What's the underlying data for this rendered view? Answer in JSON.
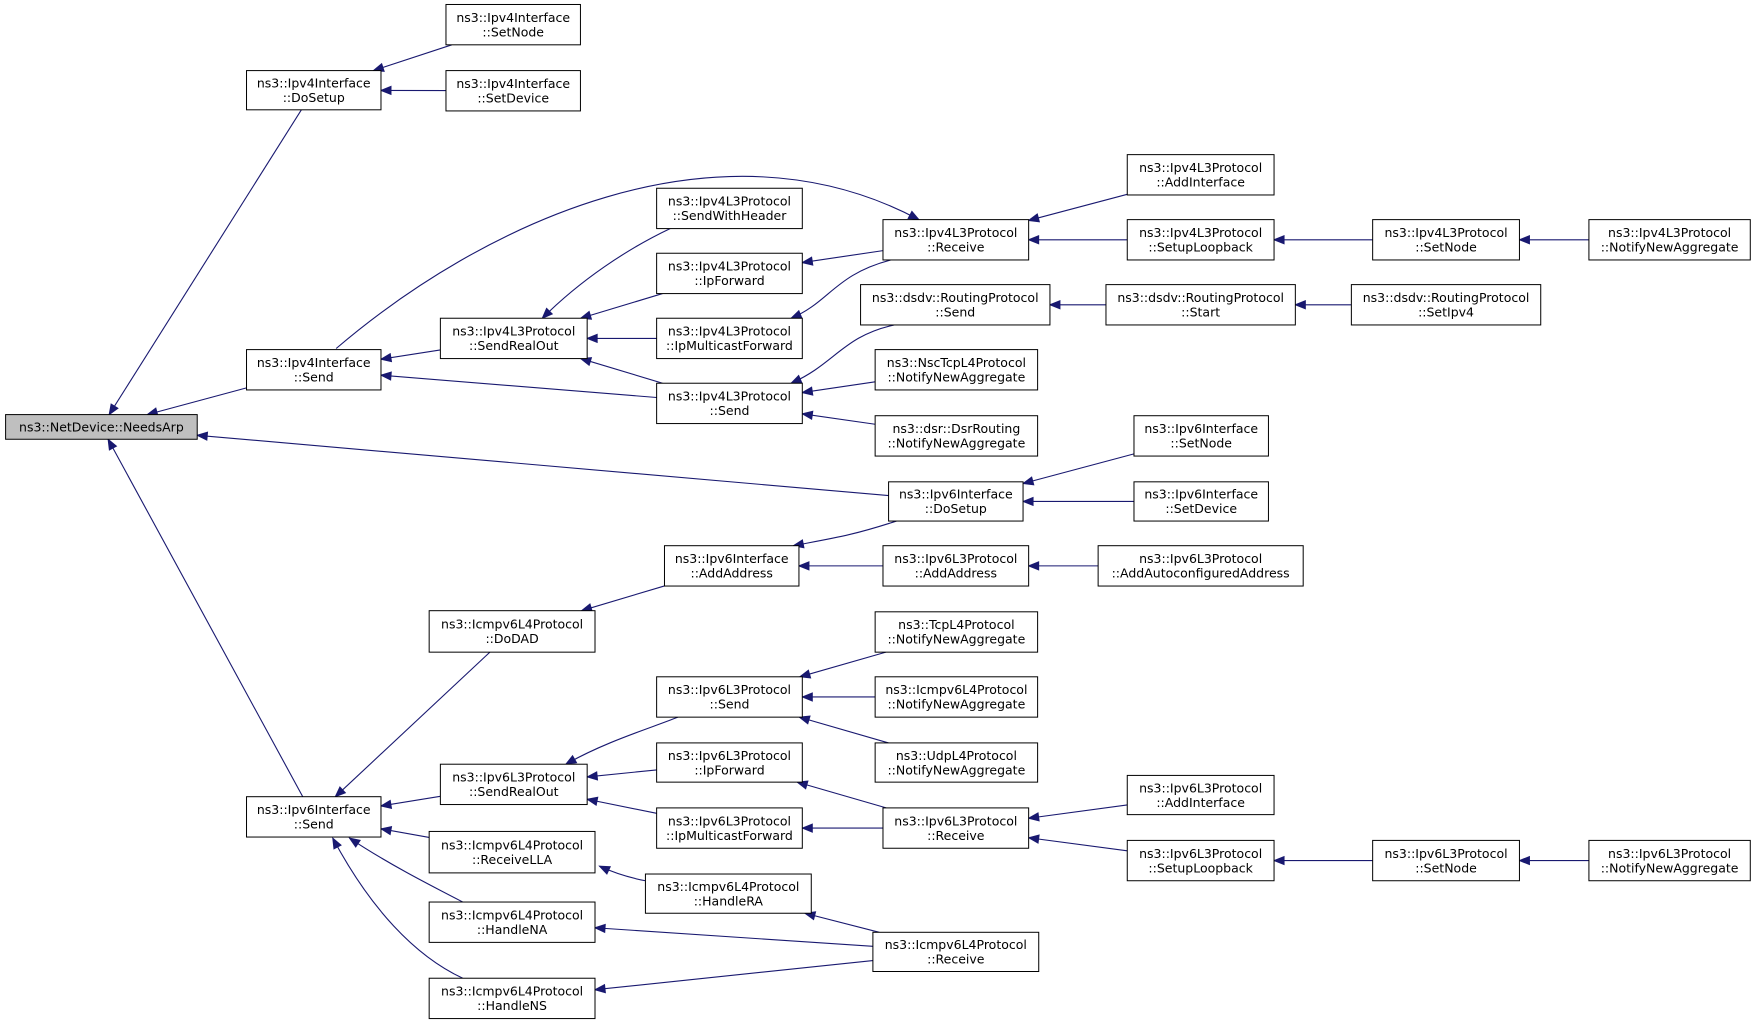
{
  "nodes": [
    {
      "id": "root",
      "lines": [
        "ns3::NetDevice::NeedsArp"
      ],
      "root": true
    },
    {
      "id": "v4if_dosetup",
      "lines": [
        "ns3::Ipv4Interface",
        "::DoSetup"
      ]
    },
    {
      "id": "v4if_setnode",
      "lines": [
        "ns3::Ipv4Interface",
        "::SetNode"
      ]
    },
    {
      "id": "v4if_setdevice",
      "lines": [
        "ns3::Ipv4Interface",
        "::SetDevice"
      ]
    },
    {
      "id": "v4if_send",
      "lines": [
        "ns3::Ipv4Interface",
        "::Send"
      ]
    },
    {
      "id": "v4l3_sendrealout",
      "lines": [
        "ns3::Ipv4L3Protocol",
        "::SendRealOut"
      ]
    },
    {
      "id": "v4l3_sendwithheader",
      "lines": [
        "ns3::Ipv4L3Protocol",
        "::SendWithHeader"
      ]
    },
    {
      "id": "v4l3_ipforward",
      "lines": [
        "ns3::Ipv4L3Protocol",
        "::IpForward"
      ]
    },
    {
      "id": "v4l3_ipmcforward",
      "lines": [
        "ns3::Ipv4L3Protocol",
        "::IpMulticastForward"
      ]
    },
    {
      "id": "v4l3_send",
      "lines": [
        "ns3::Ipv4L3Protocol",
        "::Send"
      ]
    },
    {
      "id": "v4l3_receive",
      "lines": [
        "ns3::Ipv4L3Protocol",
        "::Receive"
      ]
    },
    {
      "id": "v4l3_addinterface",
      "lines": [
        "ns3::Ipv4L3Protocol",
        "::AddInterface"
      ]
    },
    {
      "id": "v4l3_setuploopback",
      "lines": [
        "ns3::Ipv4L3Protocol",
        "::SetupLoopback"
      ]
    },
    {
      "id": "v4l3_setnode",
      "lines": [
        "ns3::Ipv4L3Protocol",
        "::SetNode"
      ]
    },
    {
      "id": "v4l3_notifynewagg",
      "lines": [
        "ns3::Ipv4L3Protocol",
        "::NotifyNewAggregate"
      ]
    },
    {
      "id": "dsdv_send",
      "lines": [
        "ns3::dsdv::RoutingProtocol",
        "::Send"
      ]
    },
    {
      "id": "dsdv_start",
      "lines": [
        "ns3::dsdv::RoutingProtocol",
        "::Start"
      ]
    },
    {
      "id": "dsdv_setipv4",
      "lines": [
        "ns3::dsdv::RoutingProtocol",
        "::SetIpv4"
      ]
    },
    {
      "id": "nsctcp_notify",
      "lines": [
        "ns3::NscTcpL4Protocol",
        "::NotifyNewAggregate"
      ]
    },
    {
      "id": "dsr_notify",
      "lines": [
        "ns3::dsr::DsrRouting",
        "::NotifyNewAggregate"
      ]
    },
    {
      "id": "v6if_dosetup",
      "lines": [
        "ns3::Ipv6Interface",
        "::DoSetup"
      ]
    },
    {
      "id": "v6if_setnode",
      "lines": [
        "ns3::Ipv6Interface",
        "::SetNode"
      ]
    },
    {
      "id": "v6if_setdevice",
      "lines": [
        "ns3::Ipv6Interface",
        "::SetDevice"
      ]
    },
    {
      "id": "v6if_addaddress",
      "lines": [
        "ns3::Ipv6Interface",
        "::AddAddress"
      ]
    },
    {
      "id": "v6l3_addaddress",
      "lines": [
        "ns3::Ipv6L3Protocol",
        "::AddAddress"
      ]
    },
    {
      "id": "v6l3_addautoconf",
      "lines": [
        "ns3::Ipv6L3Protocol",
        "::AddAutoconfiguredAddress"
      ]
    },
    {
      "id": "icmp6_dodad",
      "lines": [
        "ns3::Icmpv6L4Protocol",
        "::DoDAD"
      ]
    },
    {
      "id": "v6if_send",
      "lines": [
        "ns3::Ipv6Interface",
        "::Send"
      ]
    },
    {
      "id": "v6l3_sendrealout",
      "lines": [
        "ns3::Ipv6L3Protocol",
        "::SendRealOut"
      ]
    },
    {
      "id": "v6l3_send",
      "lines": [
        "ns3::Ipv6L3Protocol",
        "::Send"
      ]
    },
    {
      "id": "tcp_notify",
      "lines": [
        "ns3::TcpL4Protocol",
        "::NotifyNewAggregate"
      ]
    },
    {
      "id": "icmp6_notify",
      "lines": [
        "ns3::Icmpv6L4Protocol",
        "::NotifyNewAggregate"
      ]
    },
    {
      "id": "udp_notify",
      "lines": [
        "ns3::UdpL4Protocol",
        "::NotifyNewAggregate"
      ]
    },
    {
      "id": "v6l3_ipforward",
      "lines": [
        "ns3::Ipv6L3Protocol",
        "::IpForward"
      ]
    },
    {
      "id": "v6l3_ipmcforward",
      "lines": [
        "ns3::Ipv6L3Protocol",
        "::IpMulticastForward"
      ]
    },
    {
      "id": "v6l3_receive",
      "lines": [
        "ns3::Ipv6L3Protocol",
        "::Receive"
      ]
    },
    {
      "id": "v6l3_addinterface",
      "lines": [
        "ns3::Ipv6L3Protocol",
        "::AddInterface"
      ]
    },
    {
      "id": "v6l3_setuploopback",
      "lines": [
        "ns3::Ipv6L3Protocol",
        "::SetupLoopback"
      ]
    },
    {
      "id": "v6l3_setnode",
      "lines": [
        "ns3::Ipv6L3Protocol",
        "::SetNode"
      ]
    },
    {
      "id": "v6l3_notifynewagg",
      "lines": [
        "ns3::Ipv6L3Protocol",
        "::NotifyNewAggregate"
      ]
    },
    {
      "id": "icmp6_receivella",
      "lines": [
        "ns3::Icmpv6L4Protocol",
        "::ReceiveLLA"
      ]
    },
    {
      "id": "icmp6_handlera",
      "lines": [
        "ns3::Icmpv6L4Protocol",
        "::HandleRA"
      ]
    },
    {
      "id": "icmp6_handlena",
      "lines": [
        "ns3::Icmpv6L4Protocol",
        "::HandleNA"
      ]
    },
    {
      "id": "icmp6_handlens",
      "lines": [
        "ns3::Icmpv6L4Protocol",
        "::HandleNS"
      ]
    },
    {
      "id": "icmp6_receive",
      "lines": [
        "ns3::Icmpv6L4Protocol",
        "::Receive"
      ]
    }
  ],
  "edges": [
    {
      "from": "v4if_dosetup",
      "to": "root"
    },
    {
      "from": "v4if_setnode",
      "to": "v4if_dosetup"
    },
    {
      "from": "v4if_setdevice",
      "to": "v4if_dosetup"
    },
    {
      "from": "v4if_send",
      "to": "root"
    },
    {
      "from": "v4l3_sendrealout",
      "to": "v4if_send"
    },
    {
      "from": "v4l3_send",
      "to": "v4if_send"
    },
    {
      "from": "v4if_send",
      "to": "v4l3_receive"
    },
    {
      "from": "v4l3_sendwithheader",
      "to": "v4l3_sendrealout"
    },
    {
      "from": "v4l3_ipforward",
      "to": "v4l3_sendrealout"
    },
    {
      "from": "v4l3_ipmcforward",
      "to": "v4l3_sendrealout"
    },
    {
      "from": "v4l3_send",
      "to": "v4l3_sendrealout"
    },
    {
      "from": "v4l3_receive",
      "to": "v4l3_ipforward"
    },
    {
      "from": "v4l3_receive",
      "to": "v4l3_ipmcforward"
    },
    {
      "from": "v4l3_addinterface",
      "to": "v4l3_receive"
    },
    {
      "from": "v4l3_setuploopback",
      "to": "v4l3_receive"
    },
    {
      "from": "v4l3_setnode",
      "to": "v4l3_setuploopback"
    },
    {
      "from": "v4l3_notifynewagg",
      "to": "v4l3_setnode"
    },
    {
      "from": "dsdv_send",
      "to": "v4l3_send"
    },
    {
      "from": "nsctcp_notify",
      "to": "v4l3_send"
    },
    {
      "from": "dsr_notify",
      "to": "v4l3_send"
    },
    {
      "from": "dsdv_start",
      "to": "dsdv_send"
    },
    {
      "from": "dsdv_setipv4",
      "to": "dsdv_start"
    },
    {
      "from": "v6if_dosetup",
      "to": "root"
    },
    {
      "from": "v6if_setnode",
      "to": "v6if_dosetup"
    },
    {
      "from": "v6if_setdevice",
      "to": "v6if_dosetup"
    },
    {
      "from": "v6if_dosetup",
      "to": "v6if_addaddress"
    },
    {
      "from": "v6if_addaddress",
      "to": "icmp6_dodad"
    },
    {
      "from": "v6l3_addaddress",
      "to": "v6if_addaddress"
    },
    {
      "from": "v6l3_addautoconf",
      "to": "v6l3_addaddress"
    },
    {
      "from": "v6if_send",
      "to": "root"
    },
    {
      "from": "icmp6_dodad",
      "to": "v6if_send"
    },
    {
      "from": "v6l3_sendrealout",
      "to": "v6if_send"
    },
    {
      "from": "icmp6_receivella",
      "to": "v6if_send"
    },
    {
      "from": "icmp6_handlena",
      "to": "v6if_send"
    },
    {
      "from": "icmp6_handlens",
      "to": "v6if_send"
    },
    {
      "from": "v6l3_send",
      "to": "v6l3_sendrealout"
    },
    {
      "from": "v6l3_ipforward",
      "to": "v6l3_sendrealout"
    },
    {
      "from": "v6l3_ipmcforward",
      "to": "v6l3_sendrealout"
    },
    {
      "from": "tcp_notify",
      "to": "v6l3_send"
    },
    {
      "from": "icmp6_notify",
      "to": "v6l3_send"
    },
    {
      "from": "udp_notify",
      "to": "v6l3_send"
    },
    {
      "from": "v6l3_receive",
      "to": "v6l3_ipforward"
    },
    {
      "from": "v6l3_receive",
      "to": "v6l3_ipmcforward"
    },
    {
      "from": "v6l3_addinterface",
      "to": "v6l3_receive"
    },
    {
      "from": "v6l3_setuploopback",
      "to": "v6l3_receive"
    },
    {
      "from": "v6l3_setnode",
      "to": "v6l3_setuploopback"
    },
    {
      "from": "v6l3_notifynewagg",
      "to": "v6l3_setnode"
    },
    {
      "from": "icmp6_handlera",
      "to": "icmp6_receivella"
    },
    {
      "from": "icmp6_receive",
      "to": "icmp6_handlera"
    },
    {
      "from": "icmp6_receive",
      "to": "icmp6_handlena"
    },
    {
      "from": "icmp6_receive",
      "to": "icmp6_handlens"
    }
  ]
}
